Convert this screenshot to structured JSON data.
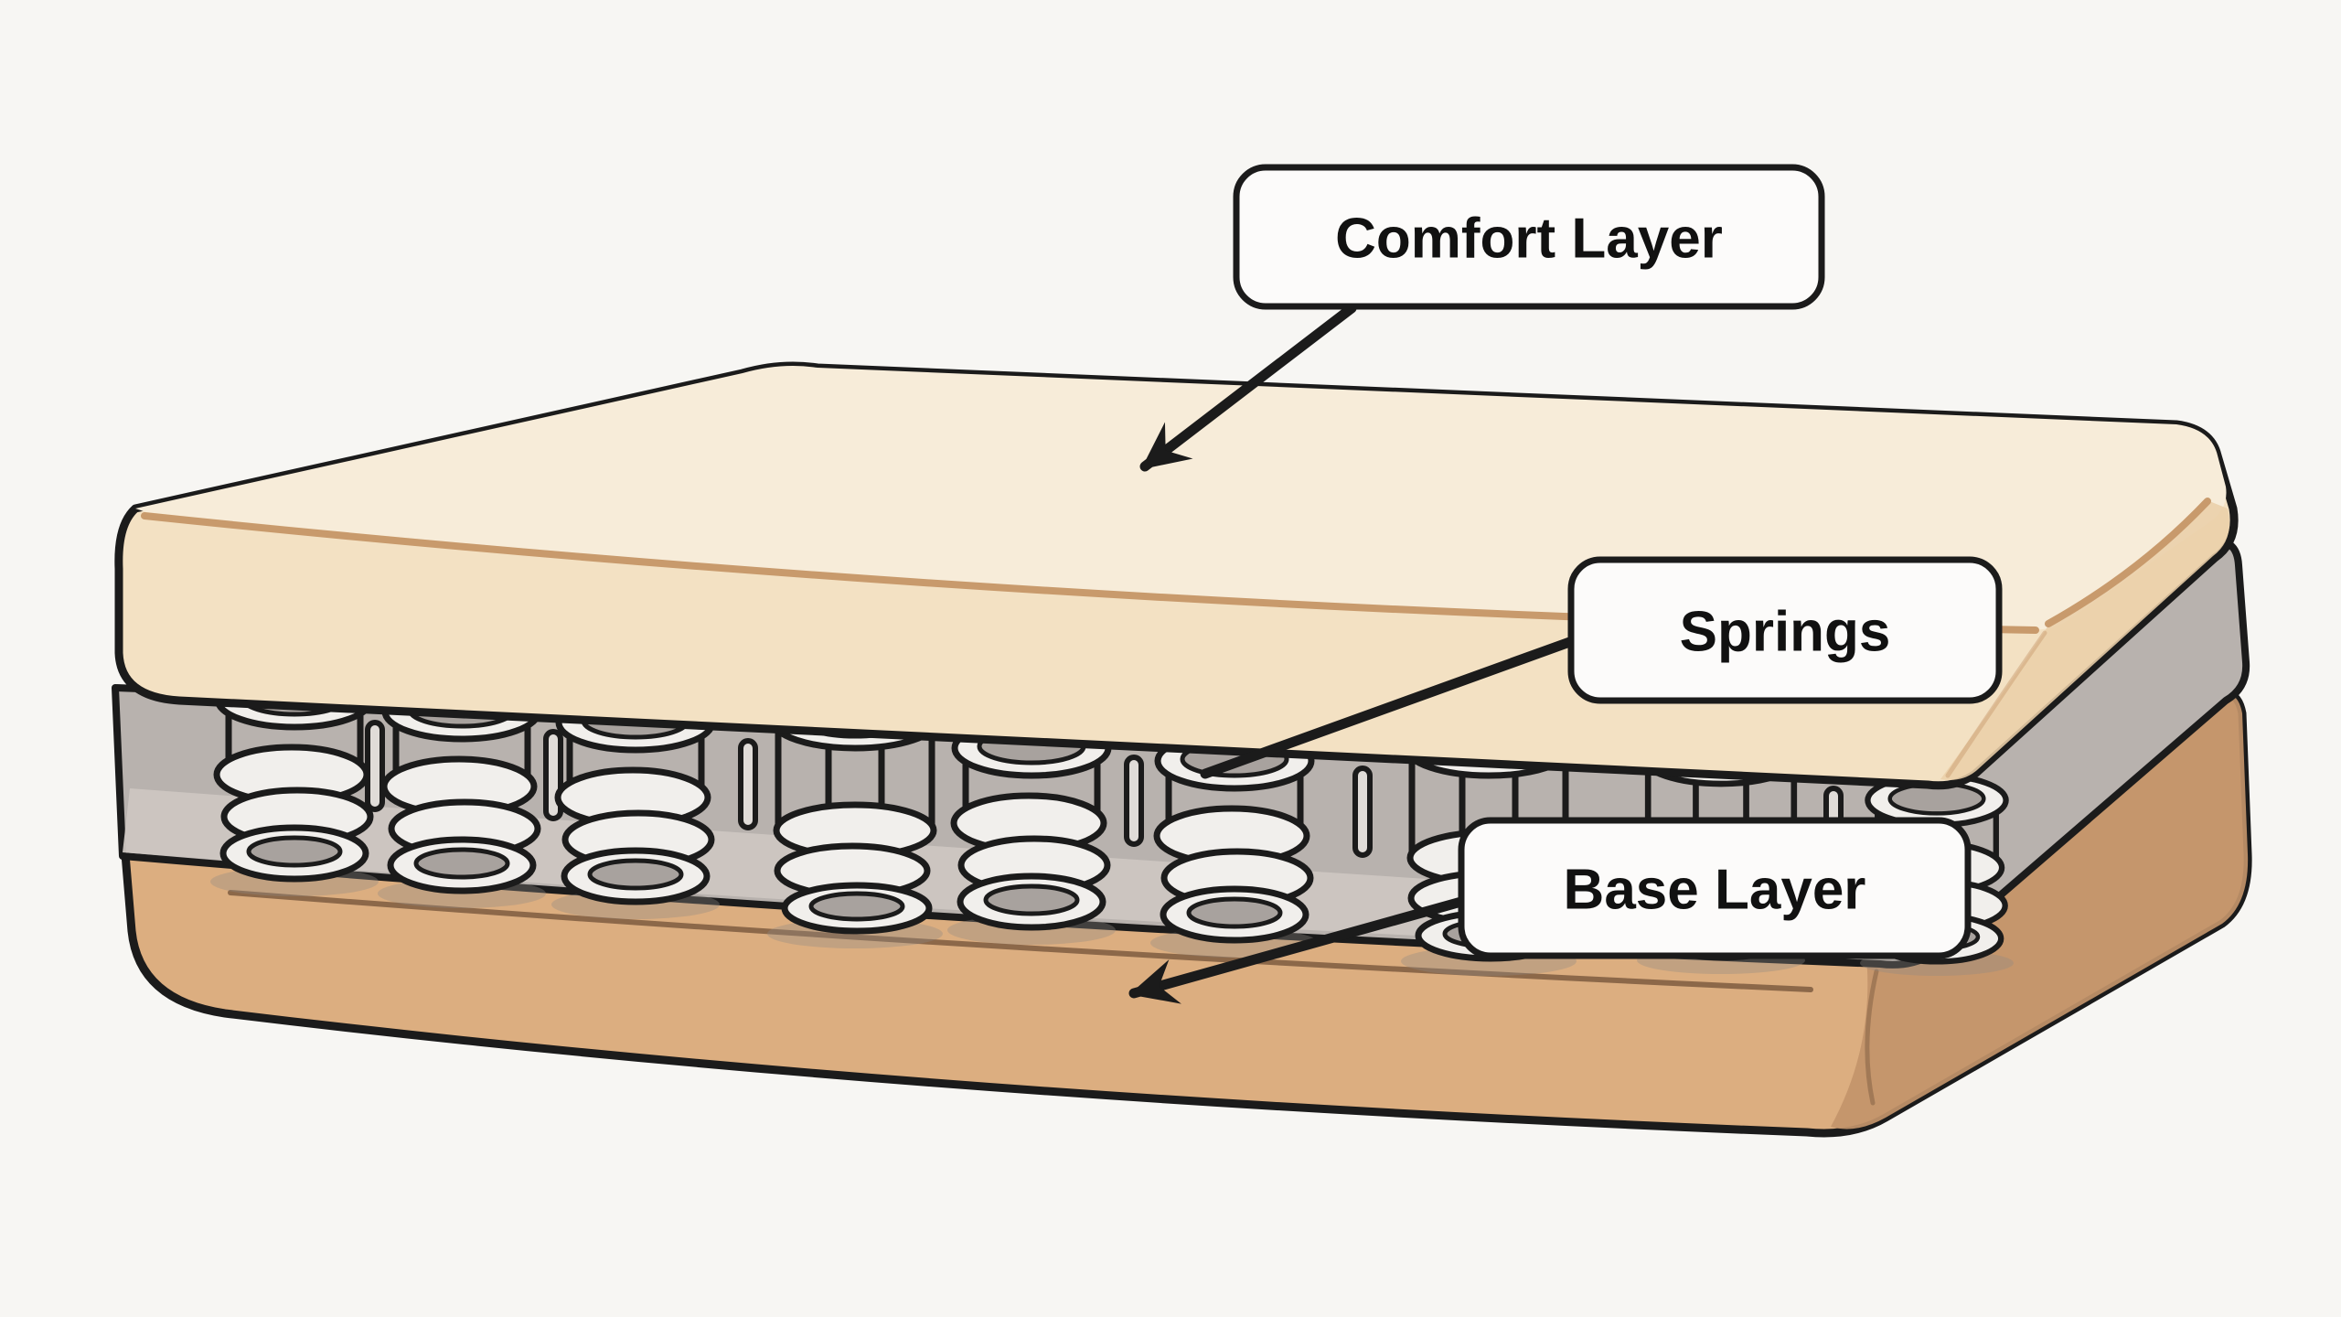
{
  "diagram": {
    "labels": [
      {
        "id": "comfort-layer",
        "text": "Comfort Layer",
        "points_to": "comfort-layer"
      },
      {
        "id": "springs",
        "text": "Springs",
        "points_to": "springs-layer"
      },
      {
        "id": "base-layer",
        "text": "Base Layer",
        "points_to": "base-layer"
      }
    ],
    "colors": {
      "background": "#f7f6f3",
      "outline": "#1b1b1b",
      "comfort_top": "#f7ecd9",
      "comfort_front": "#f3e1c3",
      "comfort_side": "#ebcfa8",
      "comfort_accent": "#c89a6c",
      "springs_layer": "#b8b2ae",
      "springs_floor": "#ccc6c1",
      "spring_coil": "#f1efec",
      "spring_hole": "#a8a29e",
      "post_fill": "#e0dcd8",
      "shadow": "#8f8984",
      "base_front": "#dcae80",
      "base_side": "#c2946a",
      "base_accent": "#7e5c40",
      "label_fill": "#fcfbfa",
      "label_text": "#111111"
    }
  }
}
